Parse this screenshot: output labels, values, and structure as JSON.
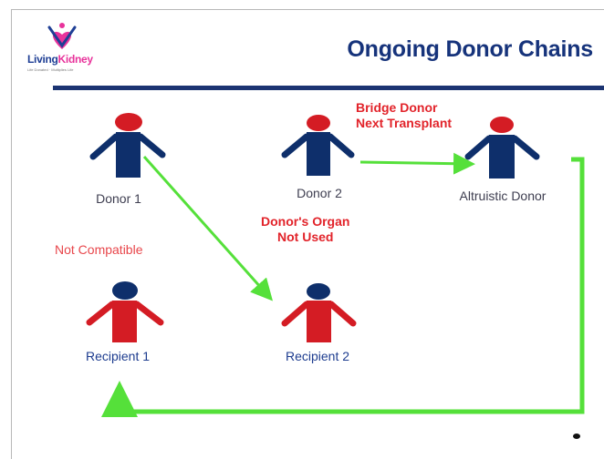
{
  "header": {
    "logo_text_living": "Living",
    "logo_text_kidney": "Kidney",
    "logo_tagline": "Life Donated · Multiplies Life",
    "title": "Ongoing Donor Chains"
  },
  "people": {
    "donor1": "Donor 1",
    "donor2": "Donor 2",
    "altruistic": "Altruistic Donor",
    "recipient1": "Recipient 1",
    "recipient2": "Recipient 2"
  },
  "notes": {
    "not_compatible": "Not Compatible",
    "organ_line1": "Donor's Organ",
    "organ_line2": "Not Used",
    "bridge_line1": "Bridge Donor",
    "bridge_line2": "Next Transplant"
  },
  "colors": {
    "donor_body": "#0e2f6b",
    "donor_head": "#d41c24",
    "recipient_body": "#d41c24",
    "recipient_head": "#0e2f6b",
    "arrow": "#55e03a",
    "title": "#16337b"
  }
}
